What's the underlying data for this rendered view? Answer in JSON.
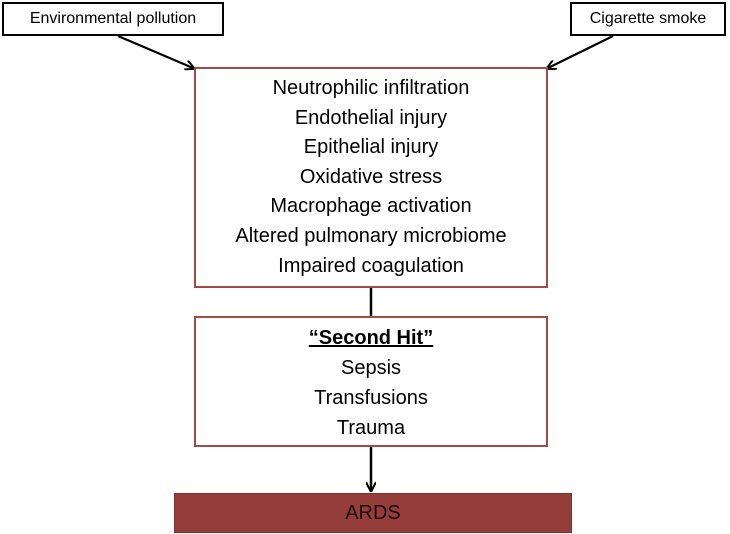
{
  "sources": {
    "left": "Environmental pollution",
    "right": "Cigarette smoke"
  },
  "mechanisms": [
    "Neutrophilic infiltration",
    "Endothelial injury",
    "Epithelial injury",
    "Oxidative stress",
    "Macrophage activation",
    "Altered pulmonary microbiome",
    "Impaired coagulation"
  ],
  "second_hit": {
    "title": "“Second Hit”",
    "items": [
      "Sepsis",
      "Transfusions",
      "Trauma"
    ]
  },
  "outcome": "ARDS",
  "colors": {
    "box_border": "#a04a4a",
    "outcome_fill": "#943d3b",
    "arrow": "#000000"
  }
}
